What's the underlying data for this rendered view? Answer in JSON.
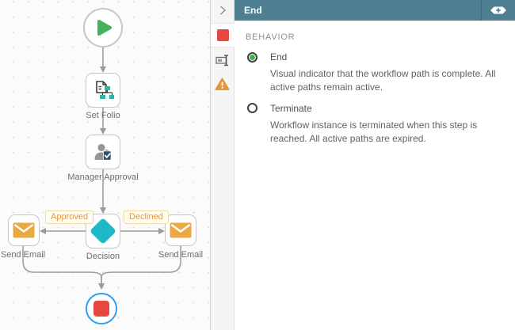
{
  "canvas": {
    "nodes": [
      {
        "id": "start",
        "label": ""
      },
      {
        "id": "set-folio",
        "label": "Set Folio"
      },
      {
        "id": "manager-approval",
        "label": "Manager Approval"
      },
      {
        "id": "decision",
        "label": "Decision"
      },
      {
        "id": "send-email-left",
        "label": "Send Email"
      },
      {
        "id": "send-email-right",
        "label": "Send Email"
      },
      {
        "id": "end",
        "label": ""
      }
    ],
    "connector_labels": {
      "approved": "Approved",
      "declined": "Declined"
    }
  },
  "side_strip": {
    "icons": [
      {
        "name": "collapse-chevron"
      },
      {
        "name": "end-step-tab"
      },
      {
        "name": "rename-tab"
      },
      {
        "name": "warning-tab"
      }
    ]
  },
  "panel": {
    "title": "End",
    "section": "BEHAVIOR",
    "options": [
      {
        "label": "End",
        "selected": true,
        "description": "Visual indicator that the workflow path is complete. All active paths remain active."
      },
      {
        "label": "Terminate",
        "selected": false,
        "description": "Workflow instance is terminated when this step is reached. All active paths are expired."
      }
    ]
  },
  "colors": {
    "header_teal": "#4e7e92",
    "start_green": "#47b25c",
    "decision_teal": "#1db9c9",
    "email_orange": "#e9a840",
    "end_red": "#e64840",
    "selection_blue": "#2e9df1",
    "warning_orange": "#e8943c",
    "radio_green": "#3bb04d",
    "badge_orange": "#dd9a3f"
  }
}
